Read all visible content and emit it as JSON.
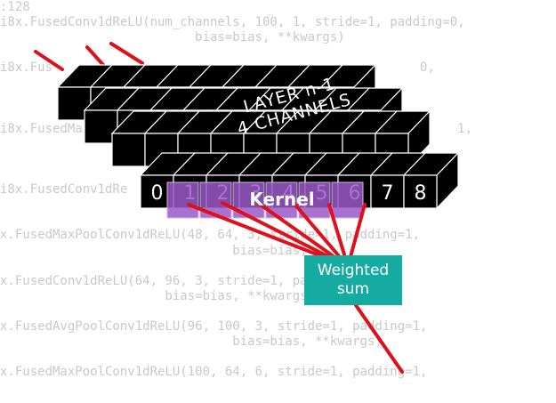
{
  "code_lines": [
    ":128",
    "i8x.FusedConv1dReLU(num_channels, 100, 1, stride=1, padding=0,",
    "                          bias=bias, **kwargs)",
    "",
    "i8x.Fus                                                 0,",
    "",
    "",
    "",
    "i8x.FusedMax                                                 1,",
    "",
    "",
    "",
    "i8x.FusedConv1dRe",
    "",
    "",
    "x.FusedMaxPoolConv1dReLU(48, 64, 3, stride=1, padding=1,",
    "                               bias=bias,",
    "",
    "x.FusedConv1dReLU(64, 96, 3, stride=1, padding=1,",
    "                      bias=bias, **kwargs)",
    "",
    "x.FusedAvgPoolConv1dReLU(96, 100, 3, stride=1, padding=1,",
    "                               bias=bias, **kwargs)",
    "",
    "x.FusedMaxPoolConv1dReLU(100, 64, 6, stride=1, padding=1,"
  ],
  "layer_label": {
    "line1": "LAYER n-1",
    "line2": "4 CHANNELS"
  },
  "cell_numbers": [
    "0",
    "1",
    "2",
    "3",
    "4",
    "5",
    "6",
    "7",
    "8"
  ],
  "kernel_label": "Kernel",
  "weighted_sum": {
    "line1": "Weighted",
    "line2": "sum"
  },
  "colors": {
    "cube_face": "#000000",
    "cube_edge": "#ffffff",
    "kernel_fill": "#9b59c7",
    "arrow": "#e0101a",
    "box": "#16aba0",
    "code_text": "#c9c9c9"
  }
}
